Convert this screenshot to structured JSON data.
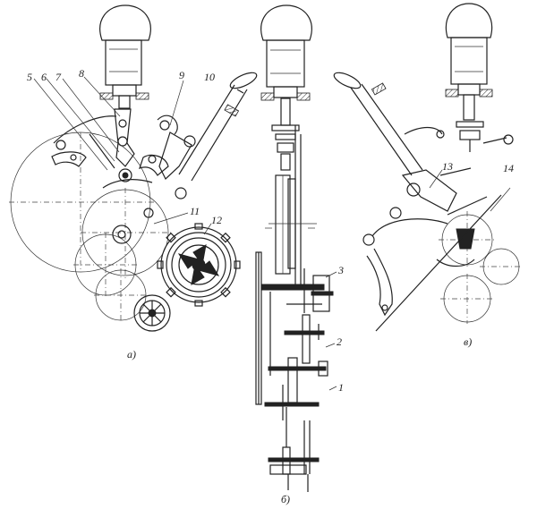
{
  "labels": {
    "l5": "5",
    "l6": "6",
    "l7": "7",
    "l8": "8",
    "l9": "9",
    "l10": "10",
    "l11": "11",
    "l12": "12",
    "l13": "13",
    "l14": "14",
    "l1": "1",
    "l2": "2",
    "l3": "3"
  },
  "captions": {
    "a": "а)",
    "b": "б)",
    "v": "в)"
  }
}
